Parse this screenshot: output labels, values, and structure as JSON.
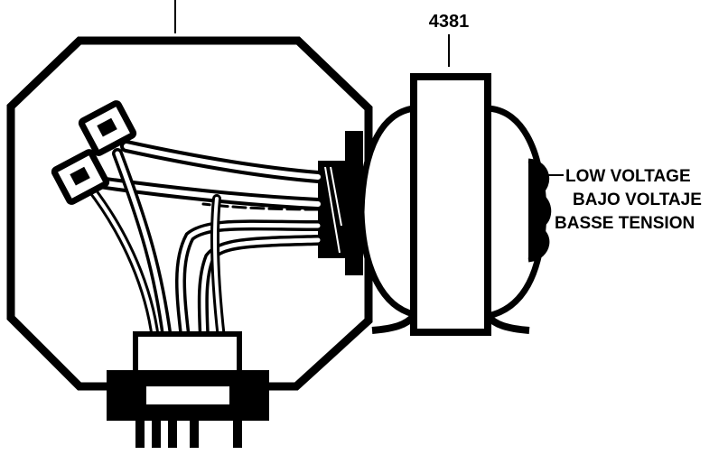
{
  "diagram": {
    "part_number": "4381",
    "voltage_labels": [
      "LOW VOLTAGE",
      "BAJO VOLTAJE",
      "BASSE TENSION"
    ],
    "colors": {
      "ink": "#000000",
      "paper": "#ffffff"
    }
  }
}
